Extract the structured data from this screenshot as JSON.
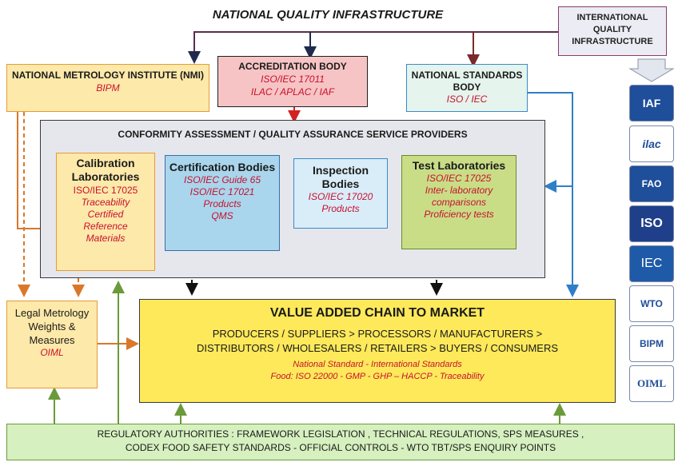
{
  "title": "NATIONAL QUALITY INFRASTRUCTURE",
  "international": {
    "label": "INTERNATIONAL QUALITY INFRASTRUCTURE"
  },
  "nmi": {
    "title": "NATIONAL METROLOGY INSTITUTE (NMI)",
    "sub": "BIPM"
  },
  "accreditation": {
    "title": "ACCREDITATION BODY",
    "line1": "ISO/IEC 17011",
    "line2": "ILAC / APLAC / IAF"
  },
  "standards": {
    "title": "NATIONAL STANDARDS BODY",
    "sub": "ISO / IEC"
  },
  "conformity": {
    "title": "CONFORMITY ASSESSMENT / QUALITY ASSURANCE  SERVICE PROVIDERS"
  },
  "calibration": {
    "title": "Calibration Laboratories",
    "lines": [
      "ISO/IEC 17025",
      "Traceability",
      "Certified",
      "Reference",
      "Materials"
    ]
  },
  "certification": {
    "title": "Certification Bodies",
    "lines": [
      "ISO/IEC Guide 65",
      "ISO/IEC 17021",
      "Products",
      "QMS"
    ]
  },
  "inspection": {
    "title": "Inspection Bodies",
    "lines": [
      "ISO/IEC 17020",
      "Products"
    ]
  },
  "test": {
    "title": "Test Laboratories",
    "lines": [
      "ISO/IEC 17025",
      "Inter- laboratory",
      "comparisons",
      "Proficiency tests"
    ]
  },
  "legal": {
    "title": "Legal Metrology Weights & Measures",
    "sub": "OIML"
  },
  "value_chain": {
    "title": "VALUE  ADDED CHAIN  TO MARKET",
    "line1": "PRODUCERS / SUPPLIERS > PROCESSORS / MANUFACTURERS  >",
    "line2": "DISTRIBUTORS / WHOLESALERS / RETAILERS  > BUYERS / CONSUMERS",
    "note1": "National Standard  -  International Standards",
    "note2": "Food: ISO 22000  - GMP -  GHP – HACCP - Traceability"
  },
  "regulatory": {
    "line1": "REGULATORY AUTHORITIES : FRAMEWORK LEGISLATION , TECHNICAL REGULATIONS,  SPS MEASURES ,",
    "line2": "CODEX FOOD SAFETY STANDARDS  - OFFICIAL CONTROLS -  WTO TBT/SPS ENQUIRY POINTS"
  },
  "logos": [
    {
      "icon": "iaf-logo-icon",
      "text": "IAF"
    },
    {
      "icon": "ilac-logo-icon",
      "text": "ilac"
    },
    {
      "icon": "fao-logo-icon",
      "text": "FAO"
    },
    {
      "icon": "iso-logo-icon",
      "text": "ISO"
    },
    {
      "icon": "iec-logo-icon",
      "text": "IEC"
    },
    {
      "icon": "wto-logo-icon",
      "text": "WTO"
    },
    {
      "icon": "bipm-logo-icon",
      "text": "BIPM"
    },
    {
      "icon": "oiml-logo-icon",
      "text": "OIML"
    }
  ],
  "colors": {
    "nmi_fill": "#fde9a9",
    "accreditation_fill": "#f6c4c4",
    "standards_fill": "#e5f4ec",
    "conformity_fill": "#e6e7ec",
    "calibration_fill": "#fde9a9",
    "certification_fill": "#a9d6ec",
    "inspection_fill": "#d9edf9",
    "test_fill": "#c9dd86",
    "legal_fill": "#fde9a9",
    "value_fill": "#fde95a",
    "regulatory_fill": "#d6f0c0",
    "accent_red": "#c8102e",
    "arrow_orange": "#d9782b",
    "arrow_blue": "#2f7fc8",
    "arrow_green": "#6b9a3a"
  }
}
